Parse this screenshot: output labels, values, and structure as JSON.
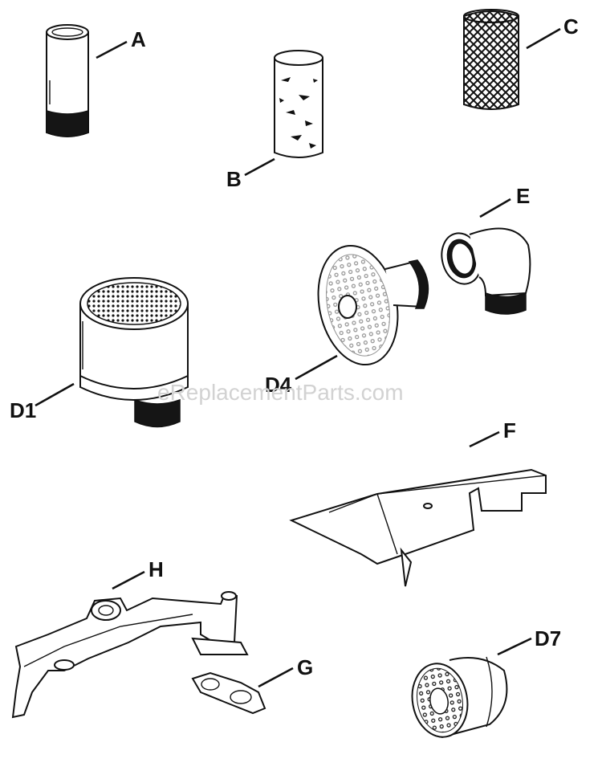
{
  "labels": {
    "a": "A",
    "b": "B",
    "c": "C",
    "d1": "D1",
    "d4": "D4",
    "d7": "D7",
    "e": "E",
    "f": "F",
    "g": "G",
    "h": "H"
  },
  "watermark": "eReplacementParts.com",
  "colors": {
    "ink": "#111111",
    "paper": "#ffffff",
    "watermark": "#d2d2d2"
  }
}
